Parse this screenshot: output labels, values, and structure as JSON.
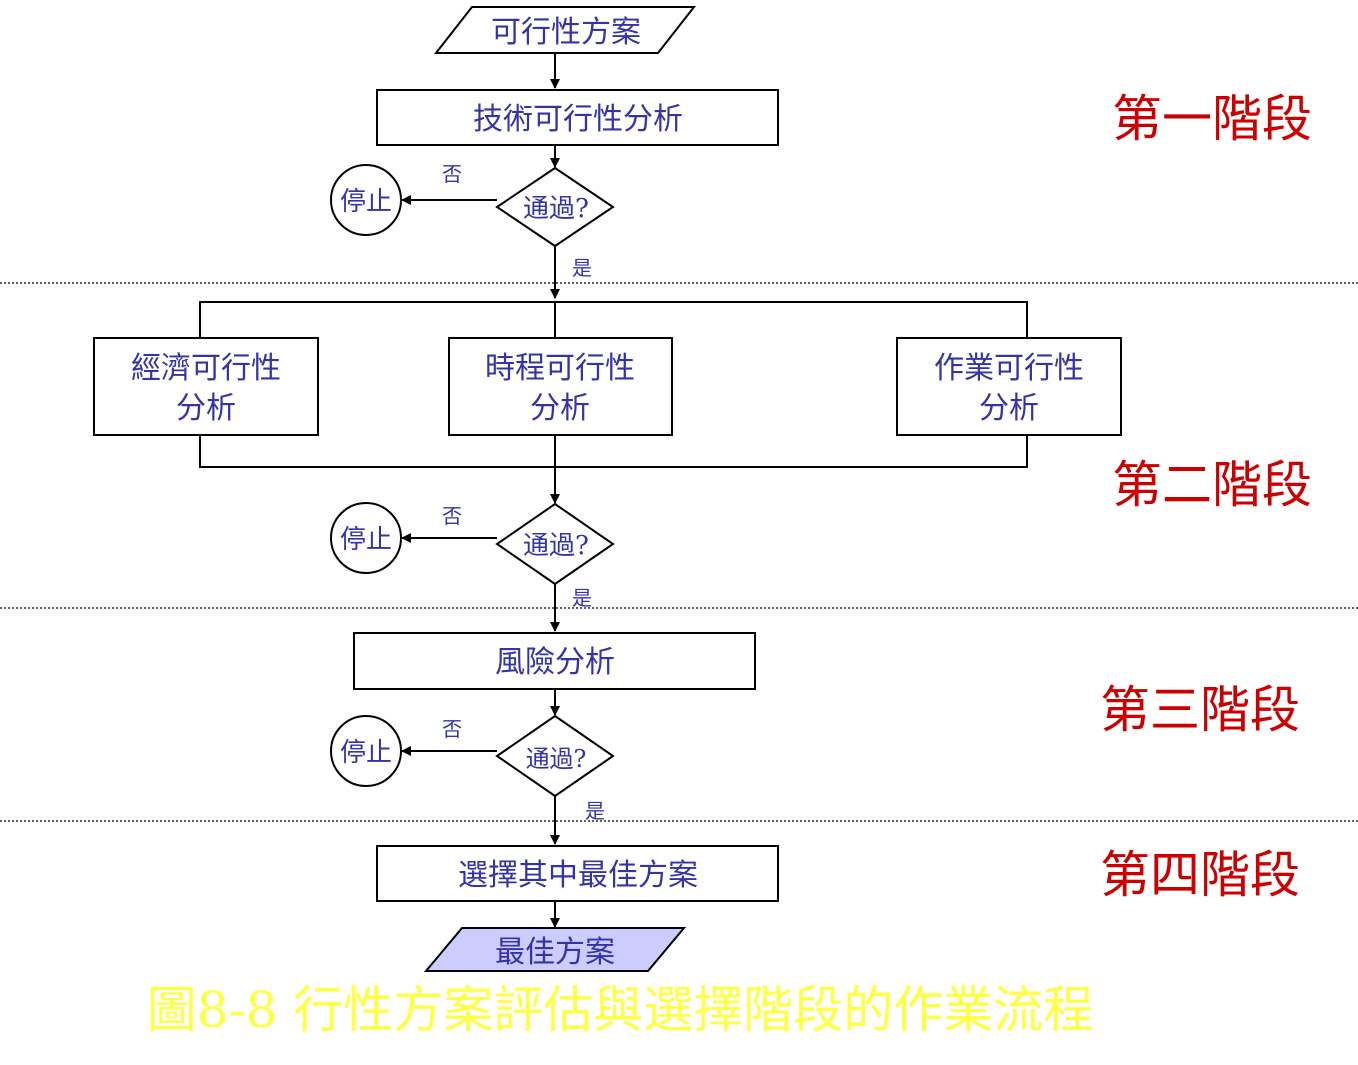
{
  "nodes": {
    "start": "可行性方案",
    "technical": "技術可行性分析",
    "economic": [
      "經濟可行性",
      "分析"
    ],
    "schedule": [
      "時程可行性",
      "分析"
    ],
    "operational": [
      "作業可行性",
      "分析"
    ],
    "risk": "風險分析",
    "select_best": "選擇其中最佳方案",
    "final": "最佳方案"
  },
  "decisions": {
    "label": "通過?",
    "stop_label": "停止",
    "no_label": "否",
    "yes_label": "是"
  },
  "stages": {
    "stage1": "第一階段",
    "stage2": "第二階段",
    "stage3": "第三階段",
    "stage4": "第四階段"
  },
  "caption": "圖8-8 行性方案評估與選擇階段的作業流程",
  "colors": {
    "node_text": "#3333aa",
    "stage_text": "#cc0000",
    "caption_text": "#ffff44",
    "final_fill": "#ccccff"
  }
}
